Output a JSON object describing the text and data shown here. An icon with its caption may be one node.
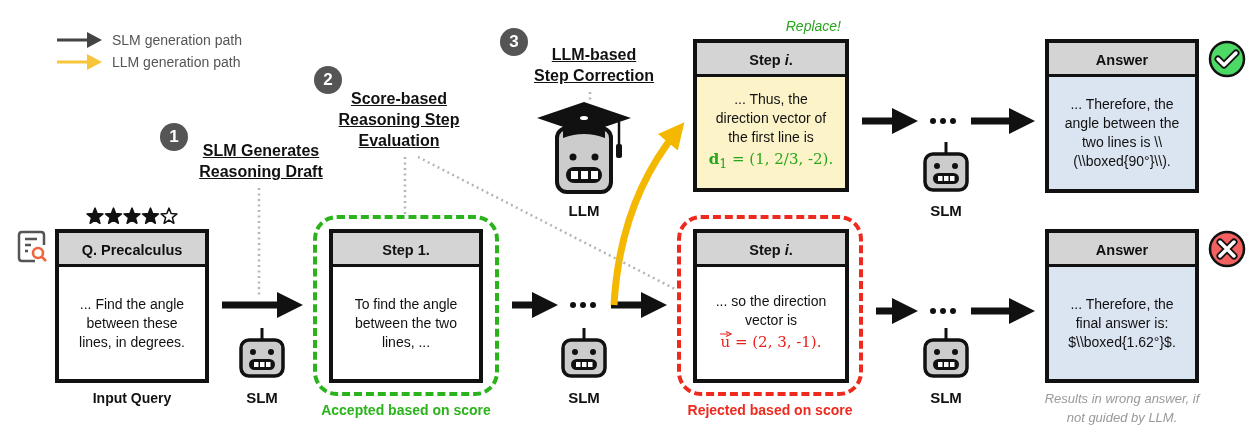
{
  "diagram": {
    "nodes": [
      {
        "text": [
          "Q. Precalculus",
          "... Find the angle between these lines, in degrees."
        ],
        "beside": [
          "Input Query"
        ]
      },
      {
        "text": [
          "SLM Generates Reasoning Draft"
        ]
      },
      {
        "text": [
          "Score-based Reasoning Step Evaluation"
        ]
      },
      {
        "text": [
          "Accepted based on score"
        ]
      },
      {
        "text": [
          "Step 1.",
          "To find the angle between the two lines, ..."
        ],
        "in": 3
      },
      {
        "text": [],
        "shape": "dots"
      },
      {
        "text": [
          "LLM-based Step Correction"
        ]
      },
      {
        "text": [
          "LLM"
        ]
      },
      {
        "text": [
          "Rejected based on score"
        ]
      },
      {
        "text": [
          "Step *i*.",
          "... so the direction vector is",
          "u = (2, 3, -1)."
        ],
        "in": 8
      },
      {
        "text": [
          "Step *i*.",
          "... Thus, the direction vector of the first line is",
          "**d**$_{1}$ = (1, 2/3, -2)."
        ],
        "beside": [
          "Replace!"
        ]
      },
      {
        "text": [],
        "shape": "dots"
      },
      {
        "text": [
          "Answer",
          "... Therefore, the angle between the two lines is \\\\(\\\\boxed{90°}\\\\)."
        ]
      },
      {
        "text": [],
        "shape": "dots"
      },
      {
        "text": [
          "Answer",
          "... Therefore, the final answer is: $\\\\boxed{1.62°}$."
        ],
        "beside": [
          "Results in wrong answer, if not guided by LLM."
        ]
      }
    ],
    "edges": [
      {
        "from": 0,
        "to": 3,
        "arrow": "to"
      },
      {
        "from": 3,
        "to": 5,
        "arrow": "to"
      },
      {
        "from": 5,
        "to": 8,
        "arrow": "to"
      },
      {
        "from": 5,
        "to": 10,
        "arrow": "to",
        "color": "#f5b800"
      },
      {
        "from": 10,
        "to": 11,
        "arrow": "to"
      },
      {
        "from": 11,
        "to": 12,
        "arrow": "to"
      },
      {
        "from": 8,
        "to": 13,
        "arrow": "to"
      },
      {
        "from": 13,
        "to": 14,
        "arrow": "to"
      },
      {
        "from": 1,
        "to": null,
        "arrow": "none",
        "style": "dashed",
        "color": "#b5b5b5"
      },
      {
        "from": 2,
        "to": 3,
        "arrow": "none",
        "style": "dashed",
        "color": "#b5b5b5"
      },
      {
        "from": 2,
        "to": 8,
        "arrow": "none",
        "style": "dashed",
        "color": "#b5b5b5"
      },
      {
        "from": 6,
        "to": 7,
        "arrow": "none",
        "style": "dashed",
        "color": "#b5b5b5"
      }
    ],
    "labels": [
      "3",
      "2",
      "1",
      "SLM",
      "SLM",
      "SLM",
      "SLM"
    ],
    "legend": [
      {
        "text": "SLM generation path"
      },
      {
        "text": "LLM generation path"
      }
    ]
  }
}
